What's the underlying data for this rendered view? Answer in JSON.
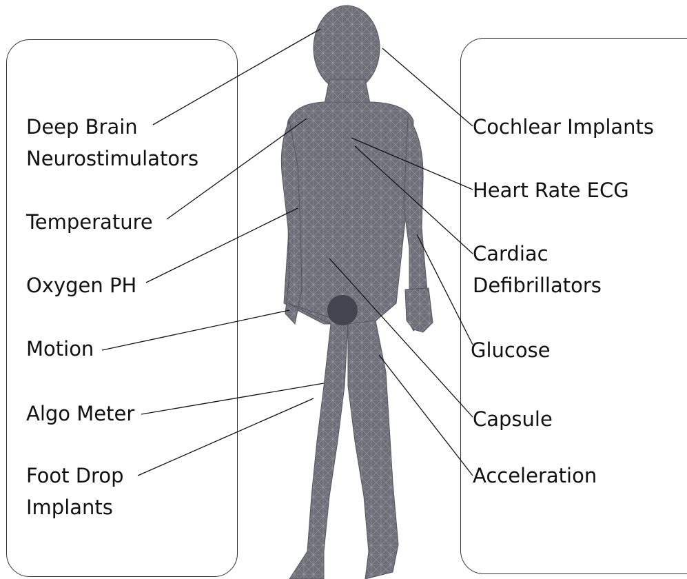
{
  "diagram": {
    "left_labels": [
      {
        "id": "deep-brain",
        "lines": [
          "Deep Brain",
          "Neurostimulators"
        ]
      },
      {
        "id": "temperature",
        "lines": [
          "Temperature"
        ]
      },
      {
        "id": "oxygen-ph",
        "lines": [
          "Oxygen PH"
        ]
      },
      {
        "id": "motion",
        "lines": [
          "Motion"
        ]
      },
      {
        "id": "algo-meter",
        "lines": [
          "Algo Meter"
        ]
      },
      {
        "id": "foot-drop",
        "lines": [
          "Foot Drop",
          "Implants"
        ]
      }
    ],
    "right_labels": [
      {
        "id": "cochlear",
        "lines": [
          "Cochlear Implants"
        ]
      },
      {
        "id": "heart-rate",
        "lines": [
          "Heart Rate ECG"
        ]
      },
      {
        "id": "cardiac",
        "lines": [
          "Cardiac",
          "Defibrillators"
        ]
      },
      {
        "id": "glucose",
        "lines": [
          "Glucose"
        ]
      },
      {
        "id": "capsule",
        "lines": [
          "Capsule"
        ]
      },
      {
        "id": "acceleration",
        "lines": [
          "Acceleration"
        ]
      }
    ],
    "colors": {
      "figure": "#6e6e78",
      "mesh": "#9a9aa6",
      "line": "#111111"
    }
  }
}
